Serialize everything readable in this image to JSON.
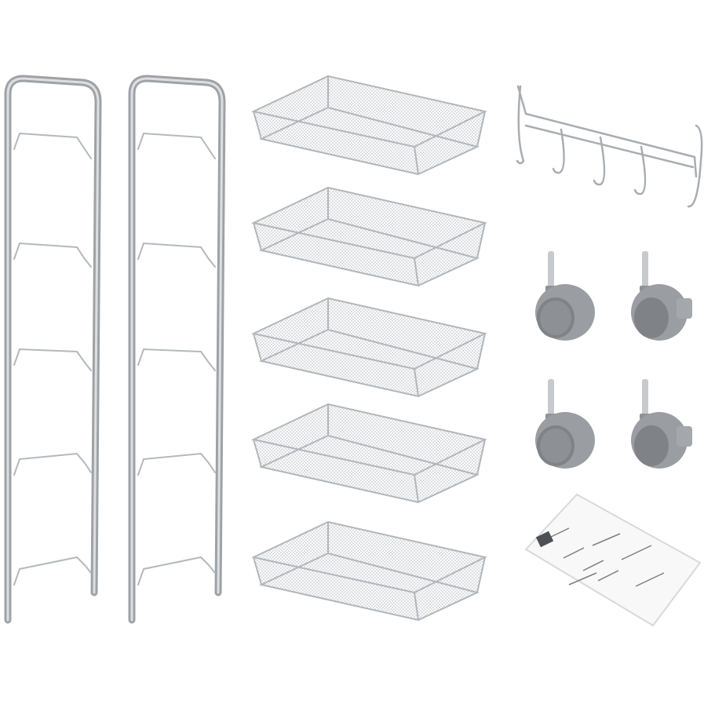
{
  "scene": {
    "background": "#ffffff",
    "metal_color": "#b9bcc0",
    "metal_highlight": "#e4e6e8",
    "metal_shadow": "#8e9296",
    "wheel_color": "#9a9da1",
    "wheel_dark": "#77797c"
  },
  "parts": {
    "frames": {
      "count": 2,
      "icon": "side-frame-ladder"
    },
    "baskets": {
      "count": 5,
      "icon": "mesh-wire-basket"
    },
    "hook_rail": {
      "count": 1,
      "icon": "over-door-hook-rail",
      "hooks": 5
    },
    "casters": {
      "count": 4,
      "icon": "swivel-caster-wheel"
    },
    "manual": {
      "count": 1,
      "icon": "instruction-sheet"
    }
  }
}
